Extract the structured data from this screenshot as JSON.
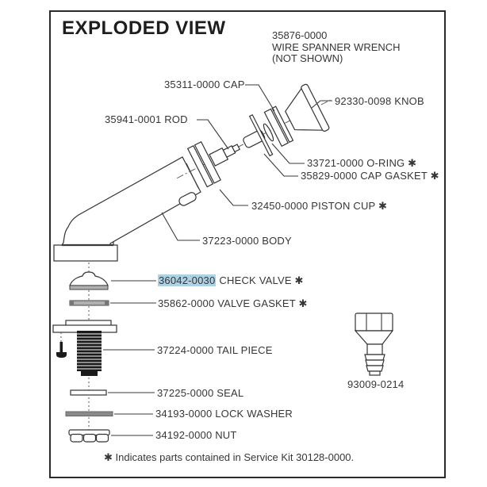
{
  "title": "EXPLODED VIEW",
  "wrench_note": {
    "line1": "35876-0000",
    "line2": "WIRE SPANNER WRENCH",
    "line3": "(NOT SHOWN)"
  },
  "labels": {
    "cap": "35311-0000 CAP",
    "knob": "92330-0098 KNOB",
    "rod": "35941-0001 ROD",
    "oring": "33721-0000 O-RING ✱",
    "cap_gasket": "35829-0000 CAP GASKET ✱",
    "piston_cup": "32450-0000 PISTON CUP ✱",
    "body": "37223-0000 BODY",
    "check_valve_number": "36042-0030",
    "check_valve_name": "CHECK VALVE ✱",
    "valve_gasket": "35862-0000 VALVE GASKET ✱",
    "tail_piece": "37224-0000 TAIL PIECE",
    "seal": "37225-0000 SEAL",
    "lock_washer": "34193-0000 LOCK WASHER",
    "nut": "34192-0000 NUT",
    "barb_fitting": "93009-0214"
  },
  "footer": "✱ Indicates parts contained in Service Kit 30128-0000.",
  "colors": {
    "highlight": "#aed2e4",
    "ink": "#363636"
  }
}
